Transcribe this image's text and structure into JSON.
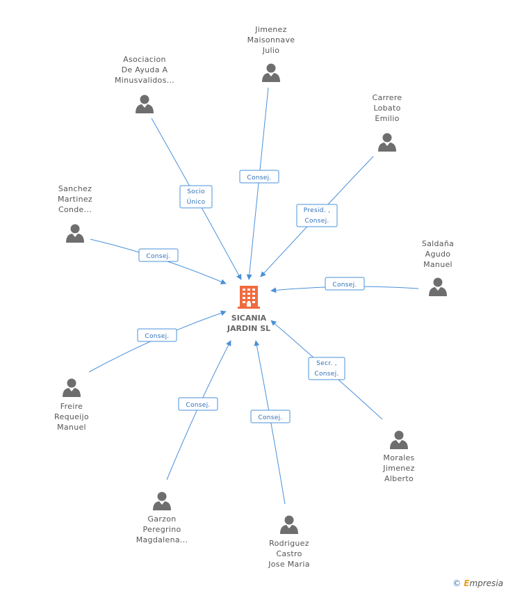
{
  "center": {
    "lines": [
      "SICANIA",
      "JARDIN SL"
    ],
    "color": "#f06b3f"
  },
  "colors": {
    "edge": "#4a90d9",
    "person": "#6e6e6e",
    "label": "#555555"
  },
  "nodes": [
    {
      "id": "jimenez",
      "lines": [
        "Jimenez",
        "Maisonnave",
        "Julio"
      ],
      "role": [
        "Consej."
      ]
    },
    {
      "id": "asociacion",
      "lines": [
        "Asociacion",
        "De Ayuda A",
        "Minusvalidos..."
      ],
      "role": [
        "Socio",
        "Único"
      ]
    },
    {
      "id": "carrere",
      "lines": [
        "Carrere",
        "Lobato",
        "Emilio"
      ],
      "role": [
        "Presid. ,",
        "Consej."
      ]
    },
    {
      "id": "sanchez",
      "lines": [
        "Sanchez",
        "Martinez",
        "Conde..."
      ],
      "role": [
        "Consej."
      ]
    },
    {
      "id": "saldana",
      "lines": [
        "Saldaña",
        "Agudo",
        "Manuel"
      ],
      "role": [
        "Consej."
      ]
    },
    {
      "id": "freire",
      "lines": [
        "Freire",
        "Requeijo",
        "Manuel"
      ],
      "role": [
        "Consej."
      ]
    },
    {
      "id": "morales",
      "lines": [
        "Morales",
        "Jimenez",
        "Alberto"
      ],
      "role": [
        "Secr. ,",
        "Consej."
      ]
    },
    {
      "id": "garzon",
      "lines": [
        "Garzon",
        "Peregrino",
        "Magdalena..."
      ],
      "role": [
        "Consej."
      ]
    },
    {
      "id": "rodriguez",
      "lines": [
        "Rodriguez",
        "Castro",
        "Jose Maria"
      ],
      "role": [
        "Consej."
      ]
    }
  ],
  "footer": {
    "copyright": "©",
    "brand_e": "E",
    "brand_rest": "mpresia"
  }
}
